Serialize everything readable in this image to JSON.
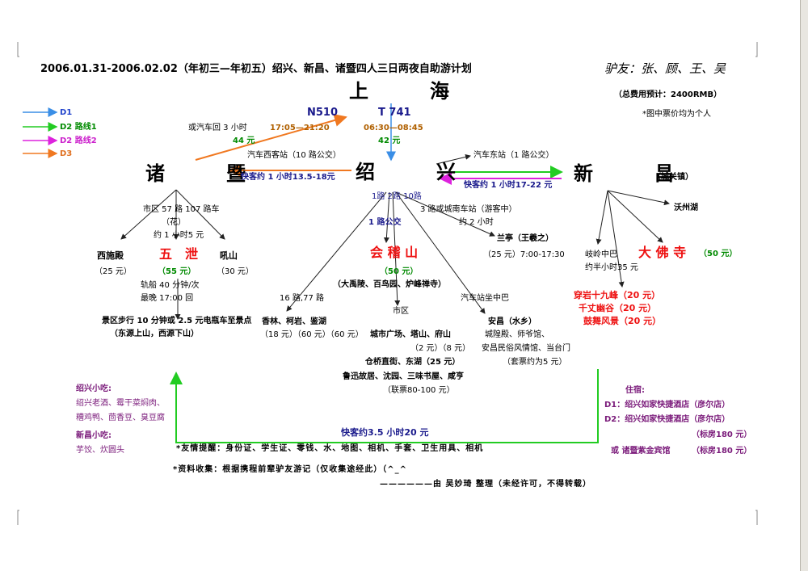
{
  "header": {
    "title": "2006.01.31-2006.02.02（年初三—年初五）绍兴、新昌、诸暨四人三日两夜自助游计划",
    "friends": "驴友：张、顾、王、吴",
    "total_cost": "（总费用预计：2400RMB）",
    "price_note": "*图中票价均为个人"
  },
  "legend": [
    {
      "label": "D1",
      "color": "#3a8ee6"
    },
    {
      "label": "D2 路线1",
      "color": "#22cc22"
    },
    {
      "label": "D2 路线2",
      "color": "#dd22dd"
    },
    {
      "label": "D3",
      "color": "#f07820"
    }
  ],
  "cities": {
    "shanghai": "上　海",
    "zhuji": "诸　暨",
    "shaoxing": "绍　兴",
    "xinchang": "新　昌",
    "xinchang_note": "（城关镇）"
  },
  "trains": {
    "n510": "N510",
    "n510_time": "17:05—21:20",
    "n510_price": "44 元",
    "n510_alt": "或汽车回 3 小时",
    "t741": "T 741",
    "t741_time": "06:30—08:45",
    "t741_price": "42 元"
  },
  "routes": {
    "sx_zj_station": "汽车西客站（10 路公交）",
    "sx_zj_time": "快客约 1 小时13.5-18元",
    "sx_xc_station": "汽车东站（1 路公交）",
    "sx_xc_time": "快客约 1 小时17-22 元",
    "sx_buses": "1路 2路 10路",
    "sx_lanting_bus": "3 路或城南车站（游客中）",
    "sx_lanting_time": "约 2 小时",
    "sx_kuaiji_bus": "1 路公交",
    "zj_bus": "市区 57 路 107 路车",
    "zj_bus_note": "（花）",
    "zj_bus_time": "约 1 小时5 元"
  },
  "zhuji_spots": {
    "xishi": "西施殿",
    "xishi_price": "（25 元）",
    "wuxie": "五　泄",
    "wuxie_price": "（55 元）",
    "jishan": "吼山",
    "jishan_price": "（30 元）",
    "boat": "轨船 40 分钟/次",
    "last": "最晚 17:00 回",
    "return_note": "景区步行 10 分钟或 2.5 元电瓶车至景点",
    "return_note2": "（东源上山，西源下山）"
  },
  "shaoxing_spots": {
    "lanting": "兰亭（王羲之）",
    "lanting_price": "（25 元）7:00-17:30",
    "kuaiji": "会 稽 山",
    "kuaiji_price": "（50 元）",
    "kuaiji_sub": "（大禹陵、百鸟园、炉峰禅寺）",
    "bus16": "16 路,77 路",
    "three": "香林、柯岩、鉴湖",
    "three_price": "（18 元）（60 元）（60 元）",
    "city": "市区",
    "city_spots": "城市广场、塔山、府山",
    "city_price": "（2 元）（8 元）",
    "lu": "仓桥直街、东湖（25 元）",
    "lu2": "鲁迅故居、沈园、三味书屋、咸亨",
    "lu_price": "（联票80-100 元）",
    "anchang_bus": "汽车站坐中巴",
    "anchang": "安昌（水乡）",
    "anchang2": "城隍殿、师爷馆、",
    "anchang3": "安昌民俗风情馆、当台门",
    "anchang_price": "（套票约为5 元）"
  },
  "xinchang_spots": {
    "wozhou": "沃州湖",
    "dafo": "大 佛 寺",
    "dafo_price": "（50 元）",
    "bus": "岐岭中巴",
    "bus_time": "约半小时35 元",
    "s1": "穿岩十九峰（20 元）",
    "s2": "千丈幽谷（20 元）",
    "s3": "鼓舞风景（20 元）"
  },
  "footer": {
    "snacks_sx_title": "绍兴小吃:",
    "snacks_sx1": "绍兴老酒、霉干菜焖肉、",
    "snacks_sx2": "糟鸡鸭、茴香豆、臭豆腐",
    "snacks_xc_title": "新昌小吃:",
    "snacks_xc": "芋饺、炊圆头",
    "return": "快客约3.5 小时20 元",
    "reminder": "*友情提醒：身份证、学生证、零钱、水、地图、相机、手套、卫生用具、相机",
    "data_src": "*资料收集：根据携程前辈驴友游记（仅收集途经此）（^_^",
    "author": "——————由 吴妙琦 整理（未经许可，不得转载）",
    "stay_title": "住宿:",
    "stay1": "D1：绍兴如家快捷酒店（彦尔店）",
    "stay2": "D2：绍兴如家快捷酒店（彦尔店）",
    "stay_price1": "（标房180 元）",
    "stay_alt": "或 诸暨紫金宾馆",
    "stay_price2": "（标房180 元）"
  }
}
